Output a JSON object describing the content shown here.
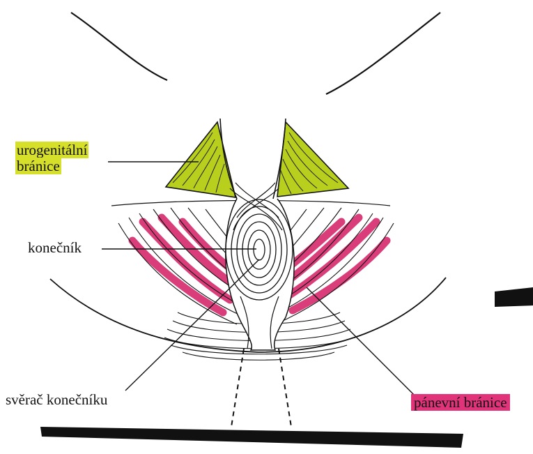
{
  "labels": {
    "urogenital_line1": "urogenitální",
    "urogenital_line2": "bránice",
    "rectum": "konečník",
    "sphincter": "svěrač konečníku",
    "pelvic_diaphragm": "pánevní bránice"
  },
  "colors": {
    "urogenital_highlight": "#d6e02a",
    "pelvic_highlight": "#e0337a",
    "urogenital_muscle": "#b9cf1e",
    "pelvic_muscle": "#d62a6c",
    "ink": "#111111"
  }
}
